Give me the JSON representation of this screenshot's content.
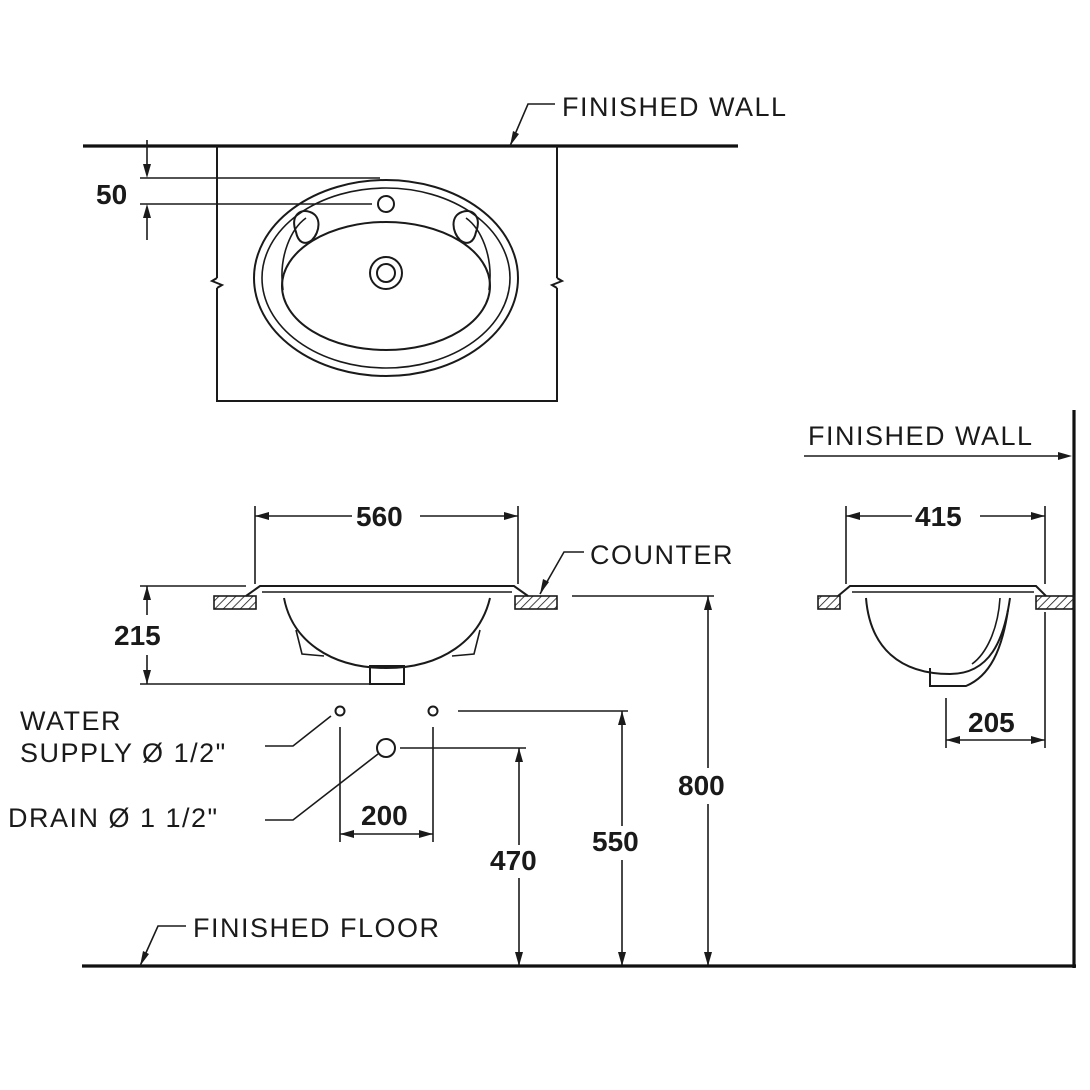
{
  "labels": {
    "finished_wall_top": "FINISHED  WALL",
    "finished_wall_side": "FINISHED  WALL",
    "counter": "COUNTER",
    "water_supply_line1": "WATER",
    "water_supply_line2": "SUPPLY  Ø  1/2\"",
    "drain": "DRAIN  Ø  1  1/2\"",
    "finished_floor": "FINISHED  FLOOR"
  },
  "dimensions": {
    "tap_hole_offset": "50",
    "basin_width": "560",
    "basin_height": "215",
    "supply_spacing": "200",
    "drain_height": "470",
    "supply_height": "550",
    "counter_height": "800",
    "basin_depth": "415",
    "drain_offset": "205"
  },
  "colors": {
    "line": "#1a1a1a",
    "background": "#ffffff"
  }
}
